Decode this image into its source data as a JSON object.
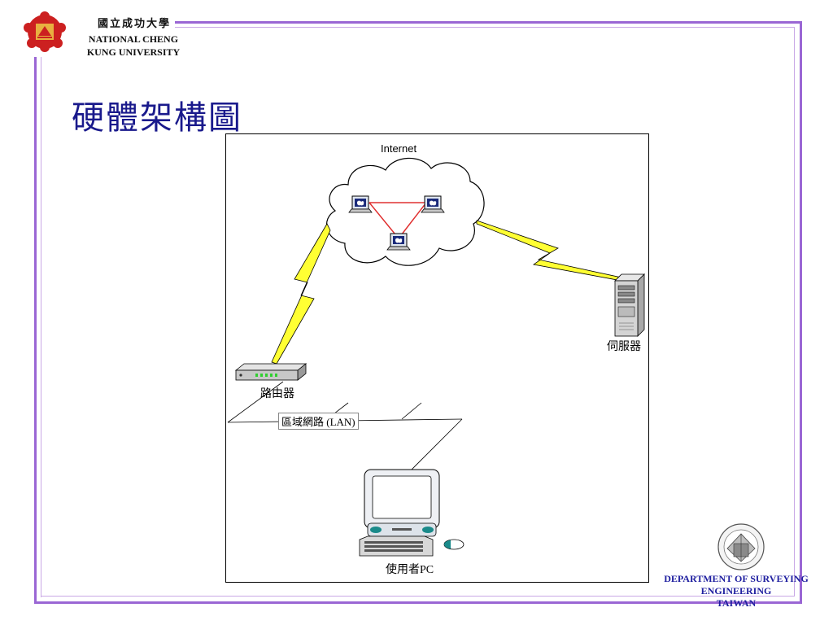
{
  "university": {
    "name_cn": "國立成功大學",
    "name_en_line1": "NATIONAL CHENG",
    "name_en_line2": "KUNG UNIVERSITY"
  },
  "slide": {
    "title": "硬體架構圖"
  },
  "diagram": {
    "internet_label": "Internet",
    "server_label": "伺服器",
    "router_label": "路由器",
    "lan_label": "區域網路 (LAN)",
    "pc_label": "使用者PC"
  },
  "department": {
    "line1": "DEPARTMENT OF SURVEYING",
    "line2": "ENGINEERING",
    "line3": "TAIWAN"
  },
  "colors": {
    "frame": "#9a66d4",
    "title": "#1a1a8c",
    "lightning": "#ffff33",
    "link": "#e03030",
    "dept_text": "#2020a0"
  }
}
